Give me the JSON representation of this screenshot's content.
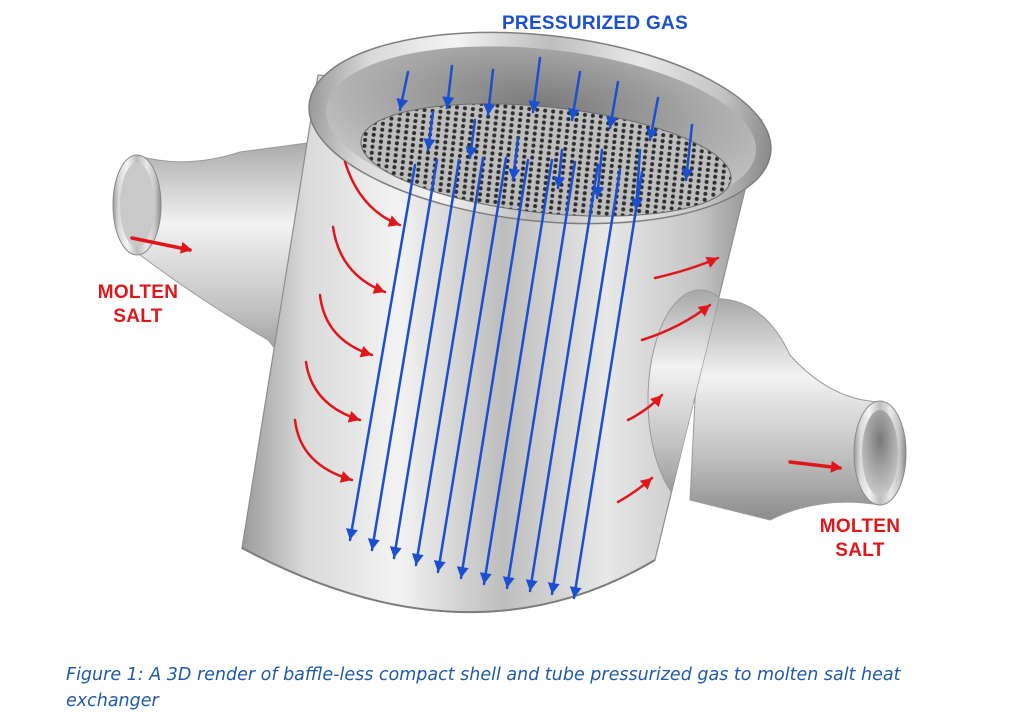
{
  "labels": {
    "top": "PRESSURIZED GAS",
    "inlet": [
      "MOLTEN",
      "SALT"
    ],
    "outlet": [
      "MOLTEN",
      "SALT"
    ]
  },
  "caption": "Figure 1: A 3D render of baffle-less compact shell and tube pressurized gas to molten salt heat exchanger",
  "colors": {
    "gas_arrow": "#1a4fd0",
    "salt_arrow": "#e0161a",
    "caption": "#1f5aa8",
    "metal_light": "#eeeeee",
    "metal_dark": "#8e8e8e"
  }
}
